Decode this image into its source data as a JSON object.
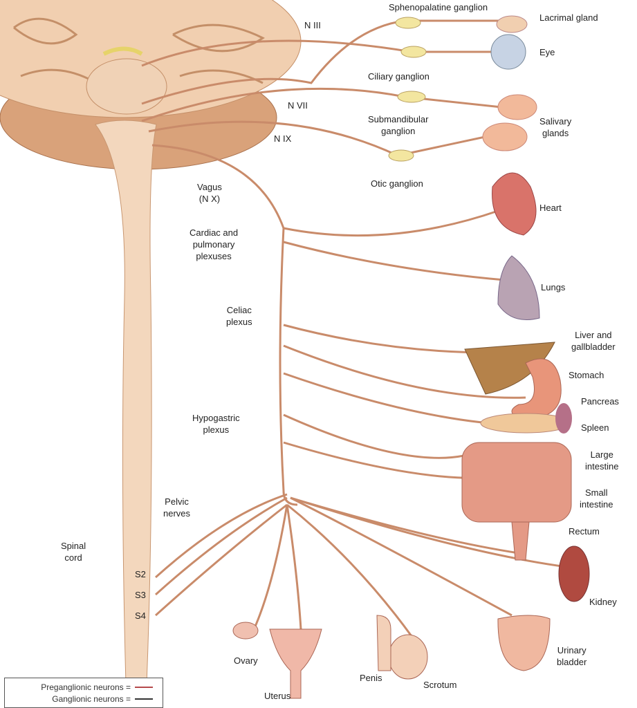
{
  "labels": {
    "sphenopalatine": "Sphenopalatine ganglion",
    "lacrimal": "Lacrimal gland",
    "n3": "N III",
    "eye": "Eye",
    "ciliary": "Ciliary ganglion",
    "n7": "N VII",
    "submandibular": [
      "Submandibular",
      "ganglion"
    ],
    "salivary": [
      "Salivary",
      "glands"
    ],
    "n9": "N IX",
    "otic": "Otic ganglion",
    "vagus": [
      "Vagus",
      "(N X)"
    ],
    "heart": "Heart",
    "cardiac": [
      "Cardiac and",
      "pulmonary",
      "plexuses"
    ],
    "lungs": "Lungs",
    "celiac": [
      "Celiac",
      "plexus"
    ],
    "liver": [
      "Liver and",
      "gallbladder"
    ],
    "stomach": "Stomach",
    "pancreas": "Pancreas",
    "spleen": "Spleen",
    "hypogastric": [
      "Hypogastric",
      "plexus"
    ],
    "large_intestine": [
      "Large",
      "intestine"
    ],
    "small_intestine": [
      "Small",
      "intestine"
    ],
    "pelvic": [
      "Pelvic",
      "nerves"
    ],
    "rectum": "Rectum",
    "spinal_cord": [
      "Spinal",
      "cord"
    ],
    "s2": "S2",
    "s3": "S3",
    "s4": "S4",
    "kidney": "Kidney",
    "bladder": [
      "Urinary",
      "bladder"
    ],
    "ovary": "Ovary",
    "penis": "Penis",
    "scrotum": "Scrotum",
    "uterus": "Uterus"
  },
  "legend": {
    "preganglionic": "Preganglionic neurons =",
    "ganglionic": "Ganglionic neurons ="
  },
  "colors": {
    "preganglionic": "#b5484a",
    "ganglionic": "#333333",
    "nerve": "#d9a47e"
  }
}
